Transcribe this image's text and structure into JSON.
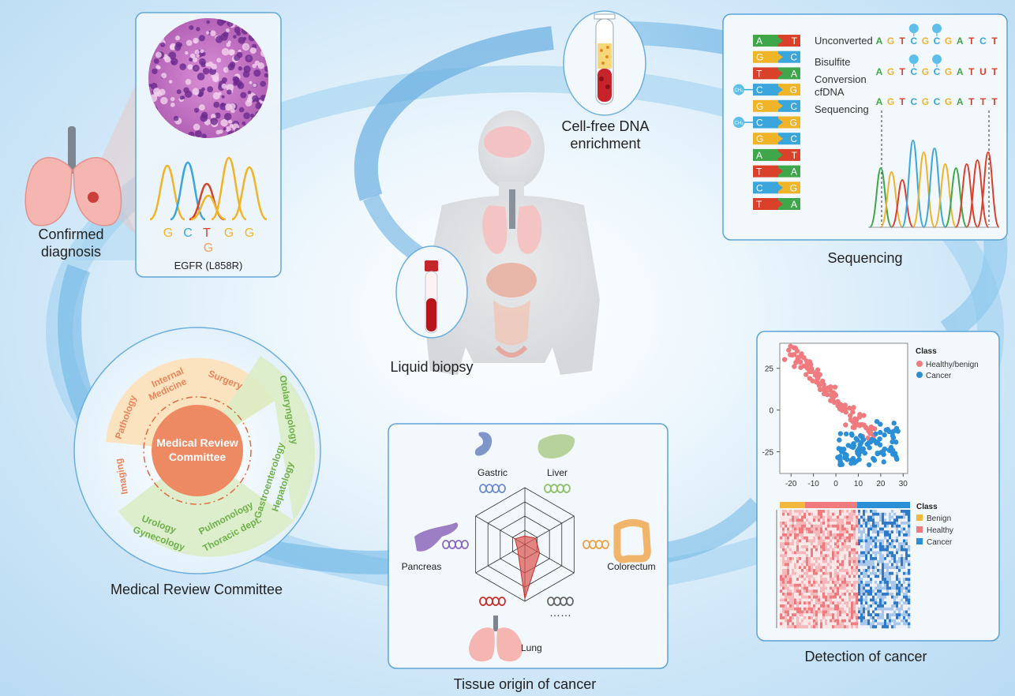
{
  "diagnosis": {
    "label_line1": "Confirmed",
    "label_line2": "diagnosis",
    "bases": [
      "G",
      "C",
      "T",
      "G",
      "G"
    ],
    "mutant_base": "G",
    "mutation_label": "EGFR (L858R)"
  },
  "biopsy": {
    "label": "Liquid biopsy"
  },
  "enrichment": {
    "label_line1": "Cell-free DNA",
    "label_line2": "enrichment"
  },
  "sequencing": {
    "title": "Sequencing",
    "pairs": [
      {
        "left": "A",
        "right": "T",
        "methyl": false
      },
      {
        "left": "G",
        "right": "C",
        "methyl": false
      },
      {
        "left": "T",
        "right": "A",
        "methyl": false
      },
      {
        "left": "C",
        "right": "G",
        "methyl": true
      },
      {
        "left": "G",
        "right": "C",
        "methyl": false
      },
      {
        "left": "C",
        "right": "G",
        "methyl": true
      },
      {
        "left": "G",
        "right": "C",
        "methyl": false
      },
      {
        "left": "A",
        "right": "T",
        "methyl": false
      },
      {
        "left": "T",
        "right": "A",
        "methyl": false
      },
      {
        "left": "C",
        "right": "G",
        "methyl": false
      },
      {
        "left": "T",
        "right": "A",
        "methyl": false
      }
    ],
    "methyl_tag": "CH₃",
    "rows": [
      {
        "label1": "Unconverted",
        "label2": "",
        "seq": [
          "A",
          "G",
          "T",
          "C",
          "G",
          "C",
          "G",
          "A",
          "T",
          "C",
          "T"
        ]
      },
      {
        "label1": "Bisulfite",
        "label2": "Conversion",
        "seq": [
          "A",
          "G",
          "T",
          "C",
          "G",
          "C",
          "G",
          "A",
          "T",
          "U",
          "T"
        ]
      },
      {
        "label1": "cfDNA",
        "label2": "Sequencing",
        "seq": [
          "A",
          "G",
          "T",
          "C",
          "G",
          "C",
          "G",
          "A",
          "T",
          "T",
          "T"
        ]
      }
    ]
  },
  "detection": {
    "title": "Detection of cancer",
    "scatter_legend_title": "Class",
    "scatter_legend": [
      {
        "name": "Healthy/benign",
        "color": "#ef7b7e"
      },
      {
        "name": "Cancer",
        "color": "#2a8fd6"
      }
    ],
    "y_ticks": [
      "25",
      "0",
      "-25"
    ],
    "x_ticks": [
      "-20",
      "-10",
      "0",
      "10",
      "20",
      "30"
    ],
    "heatmap_legend_title": "Class",
    "heatmap_legend": [
      {
        "name": "Benign",
        "color": "#f3b83e"
      },
      {
        "name": "Healthy",
        "color": "#ef7b7e"
      },
      {
        "name": "Cancer",
        "color": "#2a8fd6"
      }
    ]
  },
  "tissue": {
    "title": "Tissue origin of cancer",
    "organs": [
      "Gastric",
      "Liver",
      "Colorectum",
      "Lung",
      "Pancreas"
    ],
    "more": "……"
  },
  "committee": {
    "title": "Medical Review Committee",
    "center_line1": "Medical Review",
    "center_line2": "Committee",
    "orange_departments": [
      "Pathology",
      "Internal",
      "Medicine",
      "Surgery",
      "Imaging"
    ],
    "green_departments": [
      "Otolaryngology",
      "Gastroenterology",
      "Hepatology",
      "Pulmonology",
      "Thoracic dept.",
      "Urology",
      "Gynecology"
    ]
  },
  "colors": {
    "A": "#3fa64a",
    "T": "#d9412b",
    "G": "#f0b429",
    "C": "#3aa6dc",
    "U": "#d9412b",
    "committee_orange": "#e8845a",
    "committee_green": "#7dbb5a"
  }
}
